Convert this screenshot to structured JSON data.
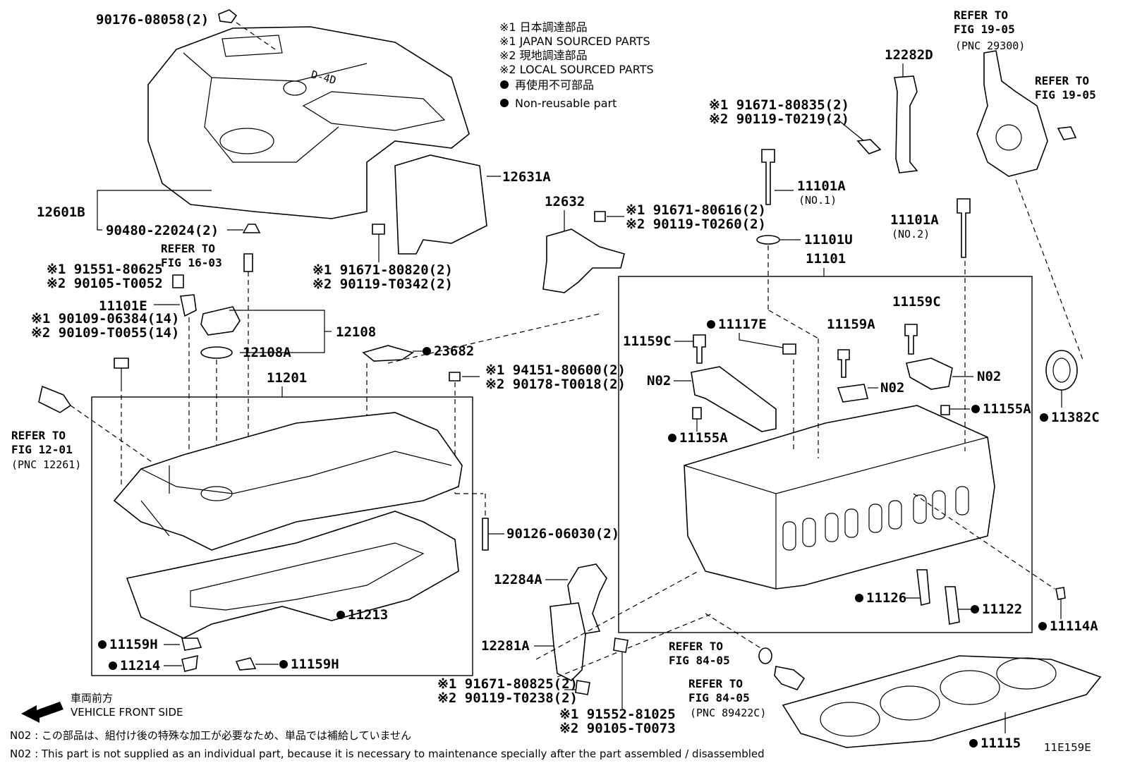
{
  "legend": {
    "japan_jp": "※1 日本調達部品",
    "japan_en": "※1 JAPAN SOURCED PARTS",
    "local_jp": "※2 現地調達部品",
    "local_en": "※2 LOCAL SOURCED PARTS",
    "nonreuse_jp": "再使用不可部品",
    "nonreuse_en": "Non-reusable part"
  },
  "parts": {
    "p90176": "90176-08058(2)",
    "p12601B": "12601B",
    "p90480": "90480-22024(2)",
    "p12631A": "12631A",
    "p12632": "12632",
    "p91671_80616": "※1 91671-80616(2)",
    "p90119_T0260": "※2 90119-T0260(2)",
    "p91671_80820": "※1 91671-80820(2)",
    "p90119_T0342": "※2 90119-T0342(2)",
    "p91551": "※1 91551-80625",
    "p90105_T0052": "※2 90105-T0052",
    "p11101E": "11101E",
    "p90109_06384": "※1 90109-06384(14)",
    "p90109_T0055": "※2 90109-T0055(14)",
    "p12108": "12108",
    "p12108A": "12108A",
    "p23682": "23682",
    "p94151": "※1 94151-80600(2)",
    "p90178": "※2 90178-T0018(2)",
    "p11201": "11201",
    "p90126": "90126-06030(2)",
    "p11213": "11213",
    "p11159H_a": "11159H",
    "p11214": "11214",
    "p11159H_b": "11159H",
    "p12284A": "12284A",
    "p12281A": "12281A",
    "p91671_80825": "※1 91671-80825(2)",
    "p90119_T0238": "※2 90119-T0238(2)",
    "p91552": "※1 91552-81025",
    "p90105_T0073": "※2 90105-T0073",
    "p12282D": "12282D",
    "p91671_80835": "※1 91671-80835(2)",
    "p90119_T0219": "※2 90119-T0219(2)",
    "p11101A_1": "11101A",
    "p11101A_1n": "(NO.1)",
    "p11101U": "11101U",
    "p11101": "11101",
    "p11101A_2": "11101A",
    "p11101A_2n": "(NO.2)",
    "p11117E": "11117E",
    "p11159A": "11159A",
    "p11159C_a": "11159C",
    "p11159C_b": "11159C",
    "pN02_a": "N02",
    "pN02_b": "N02",
    "pN02_c": "N02",
    "p11155A_a": "11155A",
    "p11155A_b": "11155A",
    "p11382C": "11382C",
    "p11126": "11126",
    "p11122": "11122",
    "p11114A": "11114A",
    "p11115": "11115"
  },
  "refs": {
    "r1605_l1": "REFER TO",
    "r1605_l2": "FIG 19-05",
    "r1605_l3": "(PNC 29300)",
    "r1905b_l1": "REFER TO",
    "r1905b_l2": "FIG 19-05",
    "r1603_l1": "REFER TO",
    "r1603_l2": "FIG 16-03",
    "r1201_l1": "REFER TO",
    "r1201_l2": "FIG 12-01",
    "r1201_l3": "(PNC 12261)",
    "r8405a_l1": "REFER TO",
    "r8405a_l2": "FIG 84-05",
    "r8405b_l1": "REFER TO",
    "r8405b_l2": "FIG 84-05",
    "r8405b_l3": "(PNC 89422C)"
  },
  "footer": {
    "front_jp": "車両前方",
    "front_en": "VEHICLE FRONT SIDE",
    "n02_jp": "N02 : この部品は、組付け後の特殊な加工が必要なため、単品では補給していません",
    "n02_en": "N02 : This part is not supplied as an individual part, because it is necessary to maintenance specially after the part assembled / disassembled",
    "fig_code": "11E159E"
  },
  "logo_text": "D-4D"
}
